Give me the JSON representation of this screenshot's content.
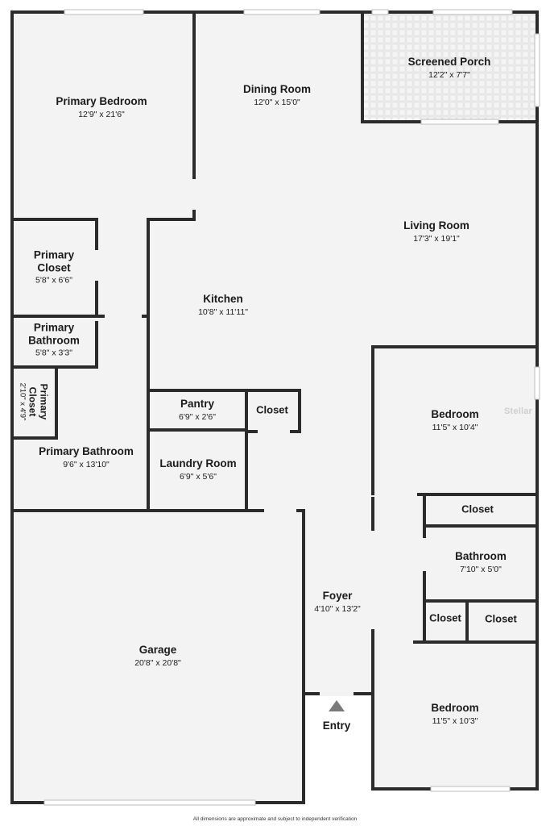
{
  "rooms": {
    "primary_bedroom": {
      "name": "Primary Bedroom",
      "dim": "12'9\" x 21'6\""
    },
    "dining_room": {
      "name": "Dining Room",
      "dim": "12'0\" x 15'0\""
    },
    "screened_porch": {
      "name": "Screened Porch",
      "dim": "12'2\" x 7'7\""
    },
    "living_room": {
      "name": "Living Room",
      "dim": "17'3\" x 19'1\""
    },
    "primary_closet_1": {
      "name_line1": "Primary",
      "name_line2": "Closet",
      "dim": "5'8\" x 6'6\""
    },
    "kitchen": {
      "name": "Kitchen",
      "dim": "10'8\" x 11'11\""
    },
    "primary_bath_small": {
      "name_line1": "Primary",
      "name_line2": "Bathroom",
      "dim": "5'8\" x 3'3\""
    },
    "primary_closet_2": {
      "name_line1": "Primary",
      "name_line2": "Closet",
      "dim": "2'10\" x 4'9\""
    },
    "pantry": {
      "name": "Pantry",
      "dim": "6'9\" x 2'6\""
    },
    "closet_kitchen": {
      "name": "Closet"
    },
    "bedroom_1": {
      "name": "Bedroom",
      "dim": "11'5\" x 10'4\""
    },
    "primary_bathroom": {
      "name": "Primary Bathroom",
      "dim": "9'6\" x 13'10\""
    },
    "laundry_room": {
      "name": "Laundry Room",
      "dim": "6'9\" x 5'6\""
    },
    "closet_hall": {
      "name": "Closet"
    },
    "bathroom": {
      "name": "Bathroom",
      "dim": "7'10\" x 5'0\""
    },
    "foyer": {
      "name": "Foyer",
      "dim": "4'10\" x 13'2\""
    },
    "closet_small": {
      "name": "Closet"
    },
    "closet_right": {
      "name": "Closet"
    },
    "garage": {
      "name": "Garage",
      "dim": "20'8\" x 20'8\""
    },
    "bedroom_2": {
      "name": "Bedroom",
      "dim": "11'5\" x 10'3\""
    },
    "entry": {
      "name": "Entry"
    }
  },
  "watermark": "Stellar",
  "footer": "All dimensions are approximate and subject to independent verification",
  "colors": {
    "wall": "#2b2b2b",
    "floor": "#f3f3f3",
    "window": "#d8d8d8",
    "porch_tile": "#e6e6e6"
  }
}
